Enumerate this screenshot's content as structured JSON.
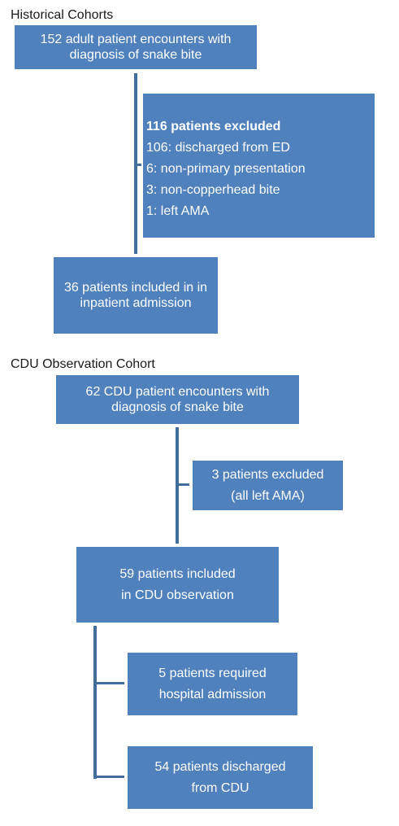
{
  "historical": {
    "title": "Historical Cohorts",
    "start": [
      "152 adult patient encounters with",
      "diagnosis of snake bite"
    ],
    "excluded_header": "116 patients excluded",
    "excluded_items": [
      "106: discharged from ED",
      "6: non-primary presentation",
      "3: non-copperhead bite",
      "1: left AMA"
    ],
    "included": [
      "36 patients included in in",
      "inpatient admission"
    ]
  },
  "cdu": {
    "title": "CDU Observation Cohort",
    "start": [
      "62 CDU patient encounters with",
      "diagnosis of snake bite"
    ],
    "excluded": [
      "3 patients excluded",
      "(all left AMA)"
    ],
    "included": [
      "59 patients included",
      "in CDU observation"
    ],
    "admitted": [
      "5 patients required",
      "hospital admission"
    ],
    "discharged": [
      "54 patients discharged",
      "from CDU"
    ]
  },
  "colors": {
    "box_fill": "#4f81bd",
    "box_text": "#ffffff",
    "connector": "#416e9b",
    "title_text": "#1a1a1a"
  }
}
